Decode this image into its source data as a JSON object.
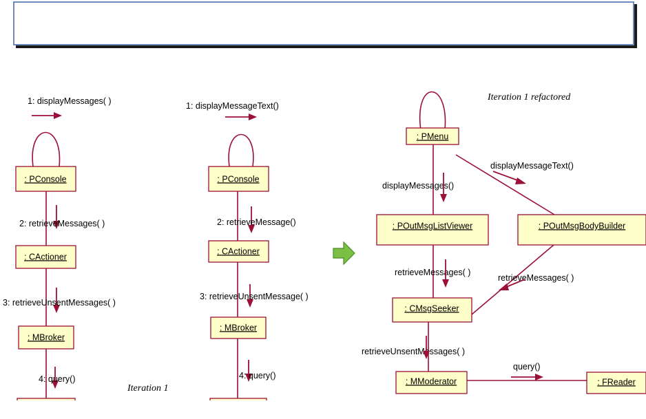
{
  "slide_title": "",
  "left": {
    "title": "Iteration 1",
    "objects": [
      ": PConsole",
      ": CActioner",
      ": MBroker"
    ],
    "messages": [
      "1: displayMessages( )",
      "2: retrieveMessages( )",
      "3: retrieveUnsentMessages( )",
      "4: query()"
    ]
  },
  "middle": {
    "objects": [
      ": PConsole",
      ": CActioner",
      ": MBroker"
    ],
    "messages": [
      "1: displayMessageText()",
      "2: retrieveMessage()",
      "3: retrieveUnsentMessage( )",
      "4: query()"
    ]
  },
  "right": {
    "title": "Iteration 1 refactored",
    "objects": [
      ": PMenu",
      ": POutMsgListViewer",
      ": POutMsgBodyBuilder",
      ": CMsgSeeker",
      ": MModerator",
      ": FReader"
    ],
    "messages": [
      "displayMessageText()",
      "displayMessages()",
      "retrieveMessages( )",
      "retrieveMessages( )",
      "retrieveUnsentMessages( )",
      "query()"
    ]
  },
  "colors": {
    "box_fill": "#ffffc9",
    "line": "#9c0f37",
    "transition_arrow": "#7cbf45"
  }
}
